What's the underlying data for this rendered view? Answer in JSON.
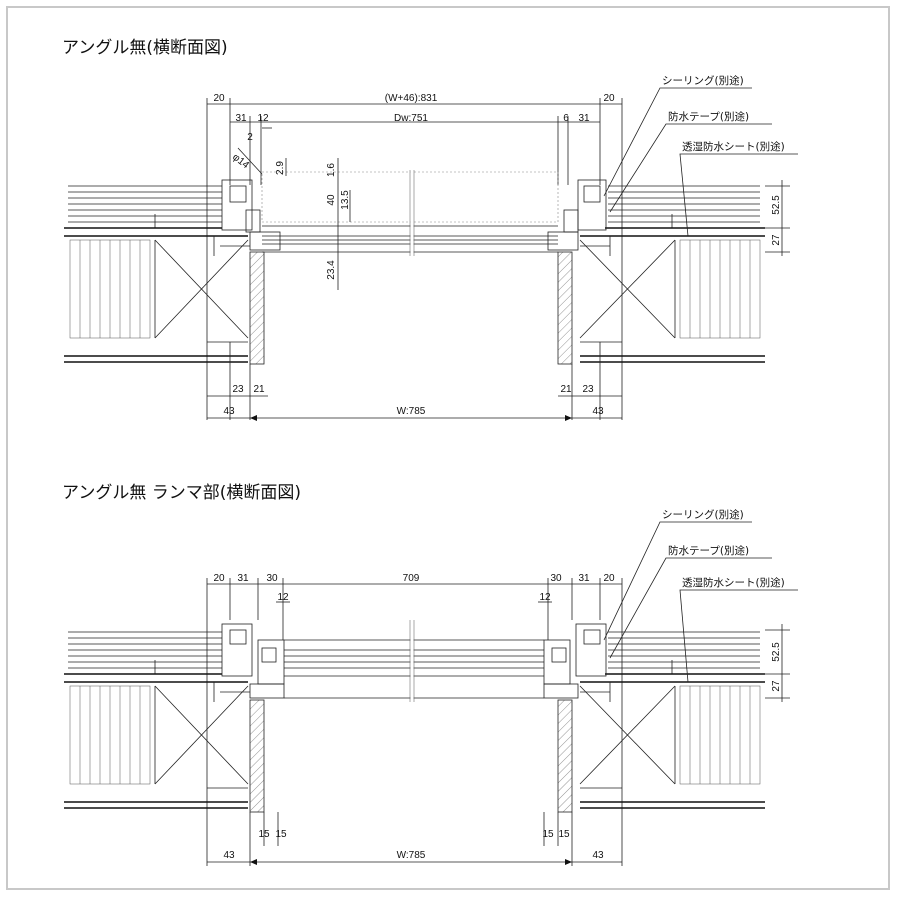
{
  "sections": [
    {
      "title": "アングル無(横断面図)",
      "top_dims": {
        "overall": "(W+46):831",
        "left_end": "20",
        "right_end": "20",
        "inner": "Dw:751",
        "l31": "31",
        "l12": "12",
        "r6": "6",
        "r31": "31"
      },
      "detail_dims": {
        "d2": "2",
        "phi": "φ14",
        "d29": "2.9",
        "d16": "1.6",
        "d40": "40",
        "d135": "13.5",
        "d234": "23.4"
      },
      "side_dims": {
        "upper": "52.5",
        "lower": "27"
      },
      "bottom_dims": {
        "l23": "23",
        "l21": "21",
        "r21": "21",
        "r23": "23",
        "l43": "43",
        "width": "W:785",
        "r43": "43"
      },
      "callouts": [
        "シーリング(別途)",
        "防水テープ(別途)",
        "透湿防水シート(別途)"
      ]
    },
    {
      "title": "アングル無 ランマ部(横断面図)",
      "top_dims": {
        "l20": "20",
        "l31": "31",
        "l30": "30",
        "inner": "709",
        "r30": "30",
        "r31": "31",
        "r20": "20",
        "l12": "12",
        "r12": "12"
      },
      "side_dims": {
        "upper": "52.5",
        "lower": "27"
      },
      "bottom_dims": {
        "l15a": "15",
        "l15b": "15",
        "r15a": "15",
        "r15b": "15",
        "l43": "43",
        "width": "W:785",
        "r43": "43"
      },
      "callouts": [
        "シーリング(別途)",
        "防水テープ(別途)",
        "透湿防水シート(別途)"
      ]
    }
  ]
}
